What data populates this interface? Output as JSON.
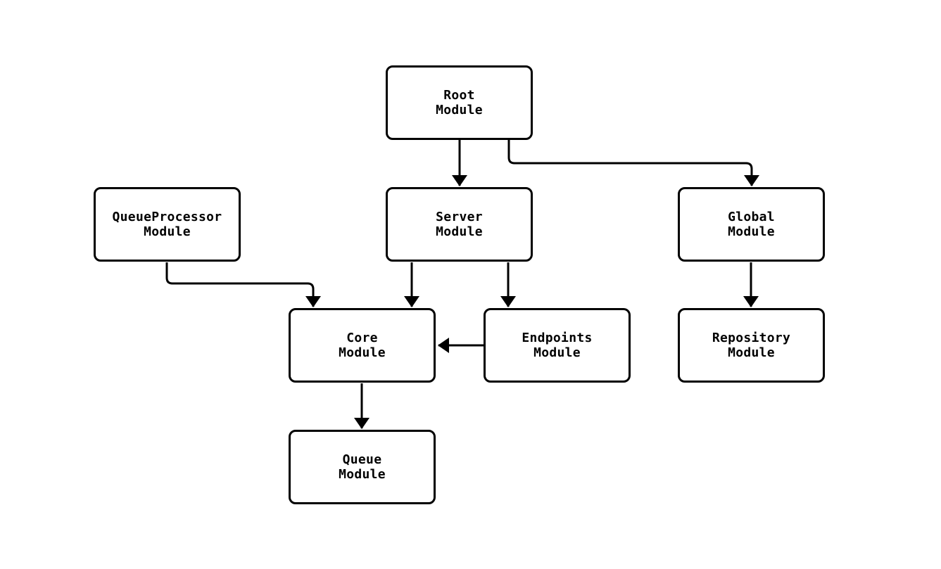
{
  "diagram": {
    "type": "module-dependency-flowchart",
    "background_color": "#ffffff",
    "line_color": "#000000",
    "nodes": {
      "root": {
        "label": "Root\nModule"
      },
      "queueprocessor": {
        "label": "QueueProcessor\nModule"
      },
      "server": {
        "label": "Server\nModule"
      },
      "global": {
        "label": "Global\nModule"
      },
      "core": {
        "label": "Core\nModule"
      },
      "endpoints": {
        "label": "Endpoints\nModule"
      },
      "repository": {
        "label": "Repository\nModule"
      },
      "queue": {
        "label": "Queue\nModule"
      }
    },
    "edges": [
      {
        "from": "Root Module",
        "to": "Server Module"
      },
      {
        "from": "Root Module",
        "to": "Global Module"
      },
      {
        "from": "QueueProcessor Module",
        "to": "Core Module"
      },
      {
        "from": "Server Module",
        "to": "Core Module"
      },
      {
        "from": "Server Module",
        "to": "Endpoints Module"
      },
      {
        "from": "Endpoints Module",
        "to": "Core Module"
      },
      {
        "from": "Global Module",
        "to": "Repository Module"
      },
      {
        "from": "Core Module",
        "to": "Queue Module"
      }
    ]
  }
}
